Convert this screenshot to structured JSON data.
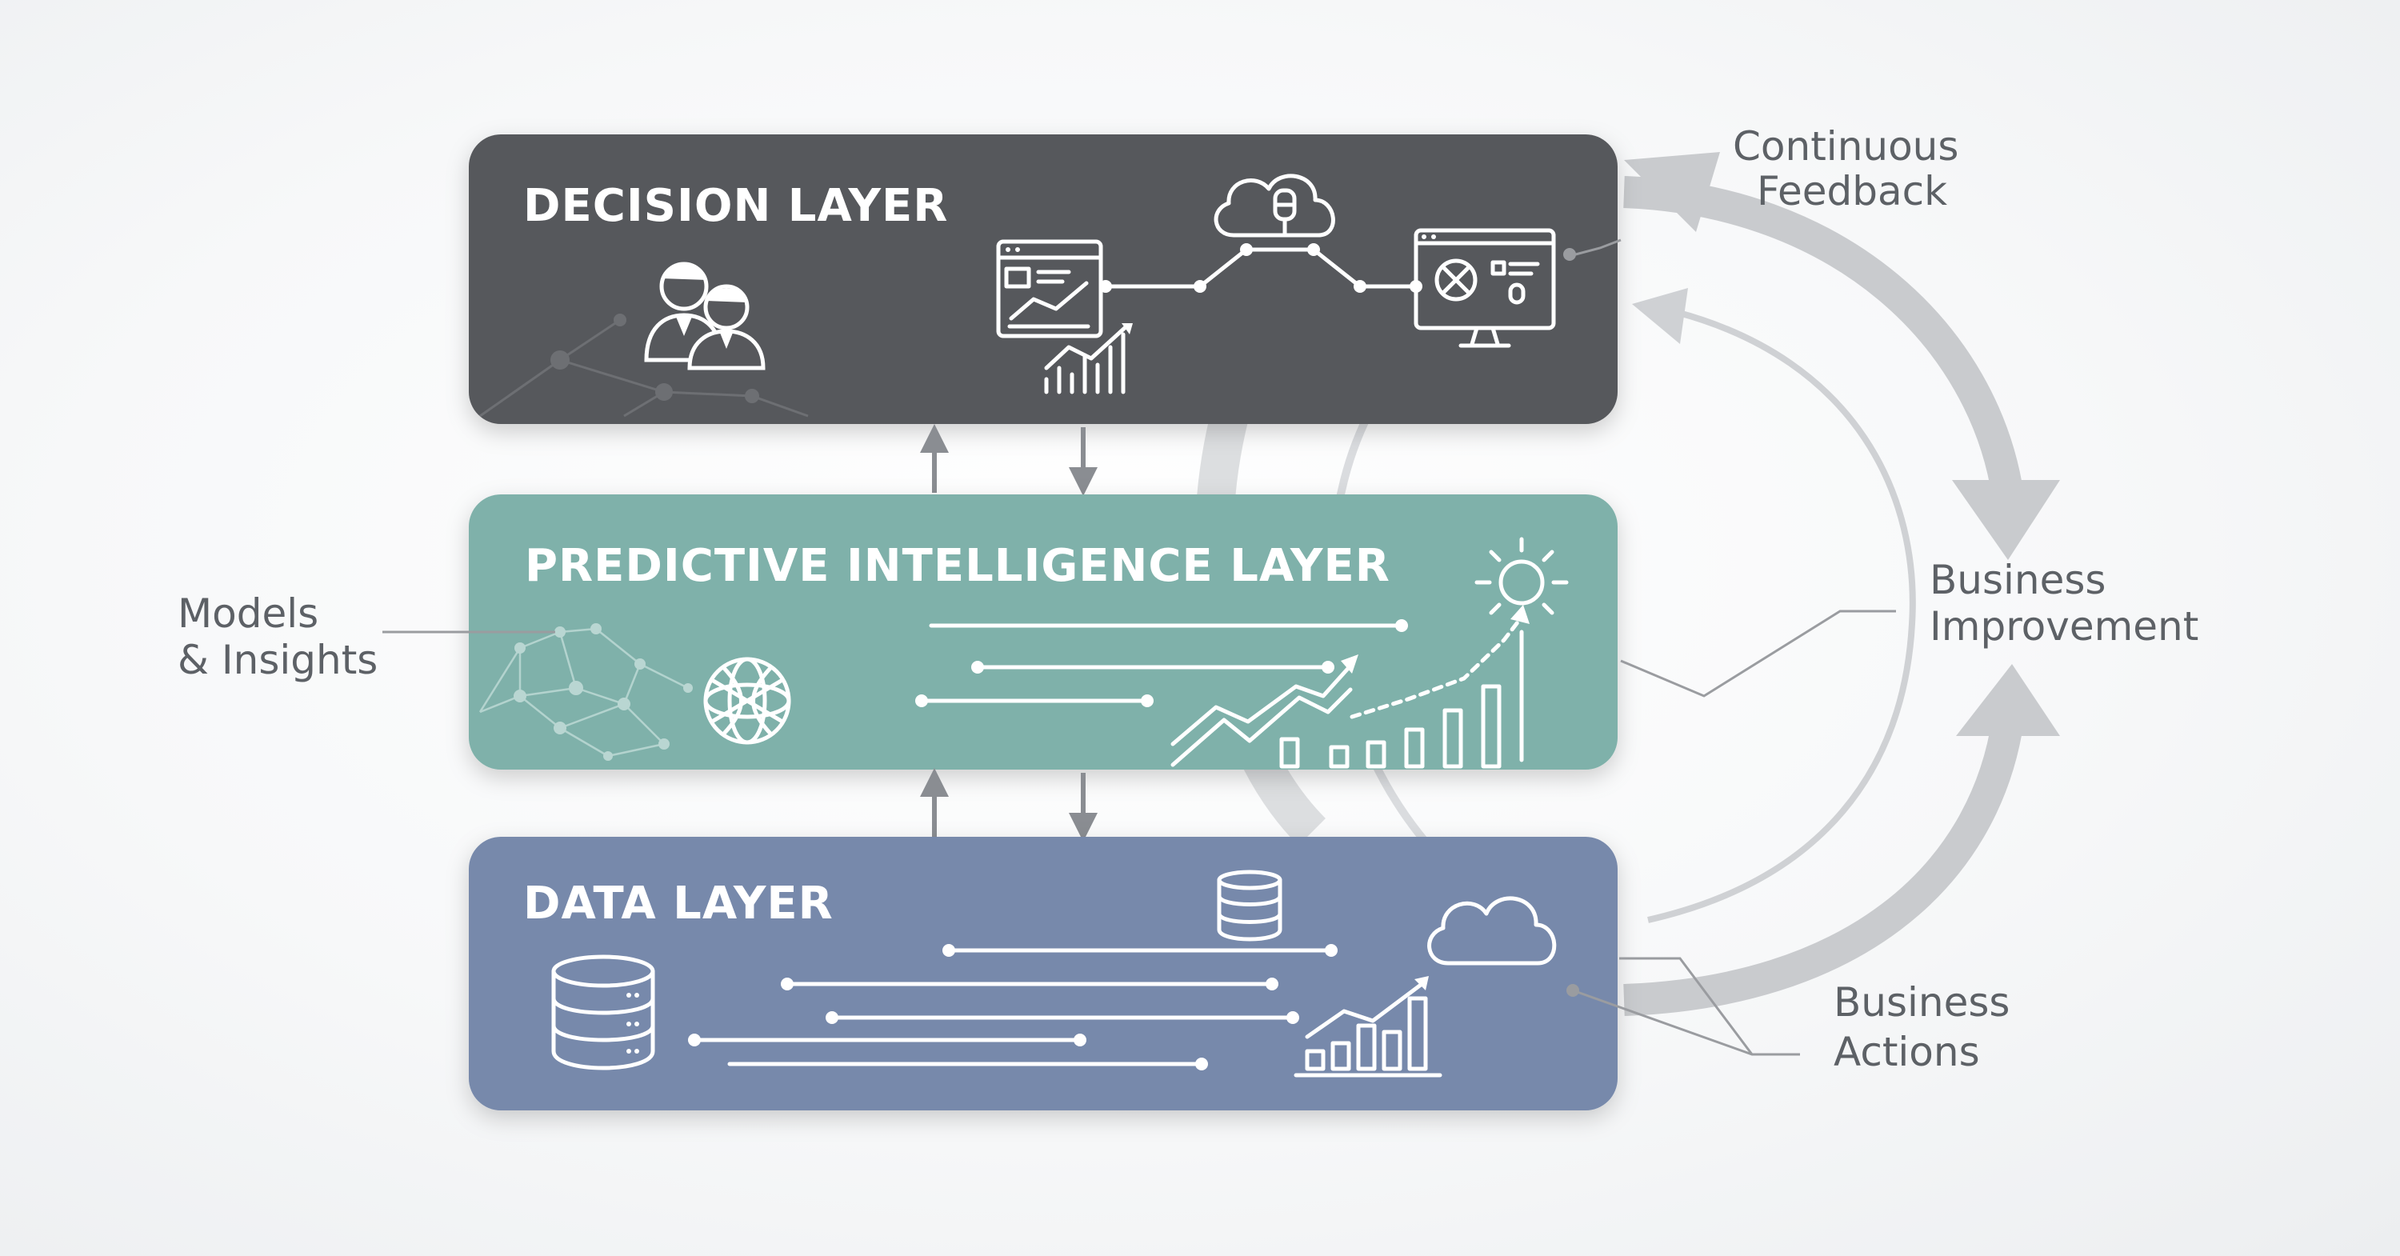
{
  "layers": {
    "decision": {
      "title": "DECISION LAYER",
      "color": "#57585c"
    },
    "predictive": {
      "title": "PREDICTIVE INTELLIGENCE LAYER",
      "color": "#7fb1aa"
    },
    "data": {
      "title": "DATA LAYER",
      "color": "#7789ab"
    }
  },
  "labels": {
    "feedback": {
      "line1": "Continuous",
      "line2": "Feedback"
    },
    "improvement": {
      "line1": "Business",
      "line2": "Improvement"
    },
    "models": {
      "line1": "Models",
      "line2": "& Insights"
    },
    "actions": {
      "line1": "Business",
      "line2": "Actions"
    }
  },
  "colors": {
    "arrow": "#8a8d92",
    "cycle": "#c9cbce",
    "label_text": "#5d6166",
    "connector": "#9a9ca0"
  }
}
